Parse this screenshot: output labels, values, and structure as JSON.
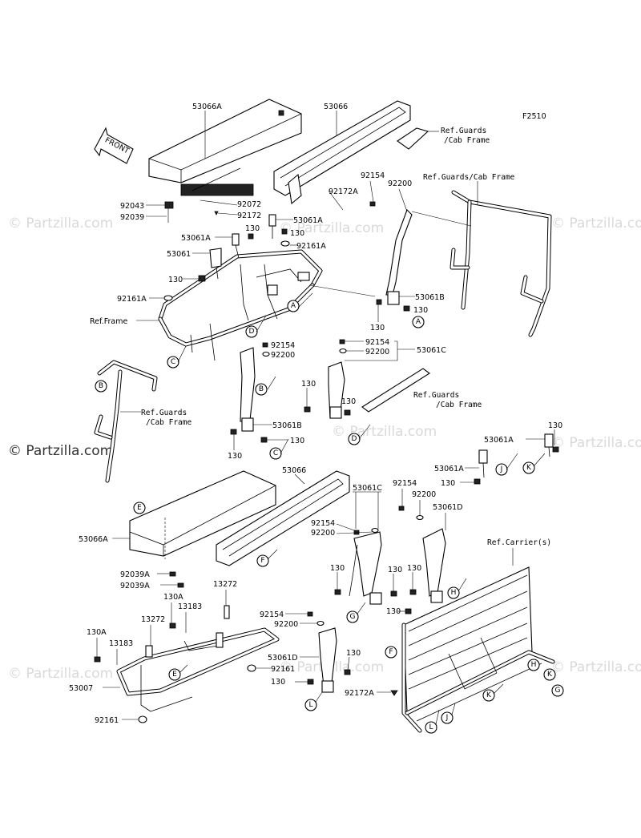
{
  "figure_code": "F2510",
  "front_label": "FRONT",
  "watermarks": {
    "text": "© Partzilla.com",
    "prominent_text": "© Partzilla.com"
  },
  "refs": {
    "guards_cab_1_a": "Ref.Guards",
    "guards_cab_1_b": "/Cab Frame",
    "guards_cab_2": "Ref.Guards/Cab Frame",
    "frame": "Ref.Frame",
    "guards_cab_3_a": "Ref.Guards",
    "guards_cab_3_b": "/Cab Frame",
    "guards_cab_4_a": "Ref.Guards",
    "guards_cab_4_b": "/Cab Frame",
    "carrier": "Ref.Carrier(s)"
  },
  "parts": {
    "p53066A_top": "53066A",
    "p53066_top": "53066",
    "p92043": "92043",
    "p92039": "92039",
    "p92072": "92072",
    "p92172_top": "92172",
    "p92172A_top": "92172A",
    "p92154_top": "92154",
    "p92200_top": "92200",
    "p53061A_a": "53061A",
    "p130_a": "130",
    "p53061A_b": "53061A",
    "p130_b": "130",
    "p53061": "53061",
    "p92161A_r": "92161A",
    "p130_c": "130",
    "p92161A_l": "92161A",
    "p53061B_r": "53061B",
    "p130_d": "130",
    "p130_e": "130",
    "p92154_mid": "92154",
    "p92200_mid": "92200",
    "p92154_mid2": "92154",
    "p92200_mid2": "92200",
    "p53061C_mid": "53061C",
    "p130_f": "130",
    "p130_g": "130",
    "p53061B_l": "53061B",
    "p130_h": "130",
    "p130_i": "130",
    "p130_j": "130",
    "p53061A_c": "53061A",
    "p53061A_d": "53061A",
    "p130_k": "130",
    "p92154_r": "92154",
    "p92200_r": "92200",
    "p53061D_r": "53061D",
    "p53066_bot": "53066",
    "p53061C_bot": "53061C",
    "p92154_b": "92154",
    "p92200_b": "92200",
    "p53066A_bot": "53066A",
    "p92039A_1": "92039A",
    "p92039A_2": "92039A",
    "p130_l": "130",
    "p130_m": "130",
    "p130_n": "130",
    "p130_o": "130",
    "p130A_1": "130A",
    "p13272_1": "13272",
    "p13183_1": "13183",
    "p13272_2": "13272",
    "p130A_2": "130A",
    "p13183_2": "13183",
    "p53007": "53007",
    "p92161_1": "92161",
    "p92161_2": "92161",
    "p92154_c": "92154",
    "p92200_c": "92200",
    "p53061D_b": "53061D",
    "p130_p": "130",
    "p130_q": "130",
    "p92172A_b": "92172A"
  },
  "callouts": [
    "A",
    "B",
    "C",
    "D",
    "E",
    "F",
    "G",
    "H",
    "J",
    "K",
    "L"
  ]
}
